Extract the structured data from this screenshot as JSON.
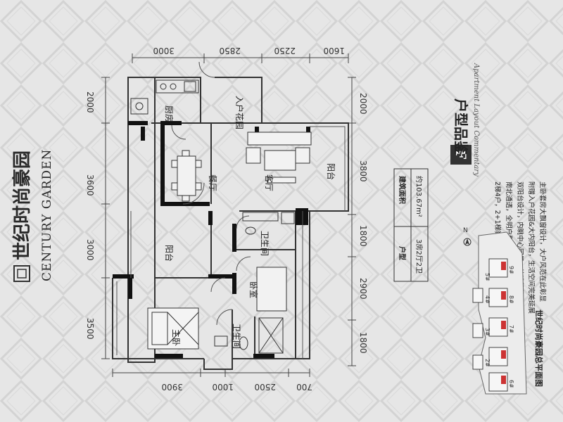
{
  "brand": {
    "name_cn": "世纪时尚豪园",
    "name_en": "CENTURY GARDEN"
  },
  "unit": {
    "title": "户型品鉴",
    "letter": "F",
    "subtitle_script": "Apartment Layout Commentary",
    "features": [
      "2梯4户，2+1梯数户型，实用率高",
      "南北通透，全明户型舒适人居，布局合理",
      "双阳台设计，内眺中心园景，外眺蔚蓝山景",
      "附赠入户花园&大内阳台，生活空间完美延展",
      "主卧套房大飘窗设计，大户风范在此彰显"
    ]
  },
  "info_table": {
    "headers": [
      "户型",
      "建筑面积"
    ],
    "values": [
      "3房2厅2卫",
      "约103.67m²"
    ]
  },
  "rooms": {
    "kitchen": "厨房",
    "garden": "入户花园",
    "dining": "餐厅",
    "living": "客厅",
    "balcony_east": "阳台",
    "balcony_west": "阳台",
    "bath1": "卫生间",
    "bath2": "卫生间",
    "bedroom": "卧室",
    "master": "主卧"
  },
  "dimensions": {
    "top": [
      "3000",
      "2850",
      "2250",
      "1600"
    ],
    "bottom": [
      "3900",
      "1000",
      "2500",
      "700"
    ],
    "left": [
      "2000",
      "3600",
      "3000",
      "3500"
    ],
    "right": [
      "2000",
      "3800",
      "1800",
      "2900",
      "1800"
    ]
  },
  "site_plan": {
    "title": "世纪时尚豪园总平面图",
    "north": "N",
    "buildings": [
      "9#",
      "5#",
      "4#",
      "8#",
      "3#",
      "7#",
      "2#",
      "6#"
    ]
  }
}
